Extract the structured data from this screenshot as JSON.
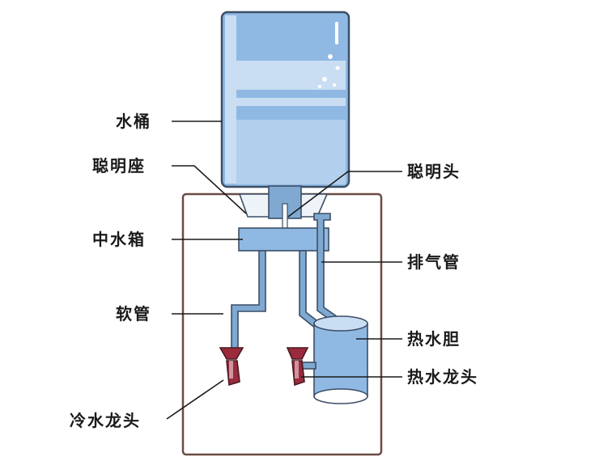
{
  "labels": {
    "bucket": "水桶",
    "seat": "聪明座",
    "smart_head": "聪明头",
    "middle_tank": "中水箱",
    "vent_pipe": "排气管",
    "hose": "软管",
    "hot_tank": "热水胆",
    "hot_faucet": "热水龙头",
    "cold_faucet": "冷水龙头"
  },
  "colors": {
    "water": "#8fb9e3",
    "water_light": "#c9def3",
    "pipe": "#7fa9d1",
    "outline": "#3c4e66",
    "cabinet": "#6b4a45",
    "faucet": "#9a2a3c"
  }
}
